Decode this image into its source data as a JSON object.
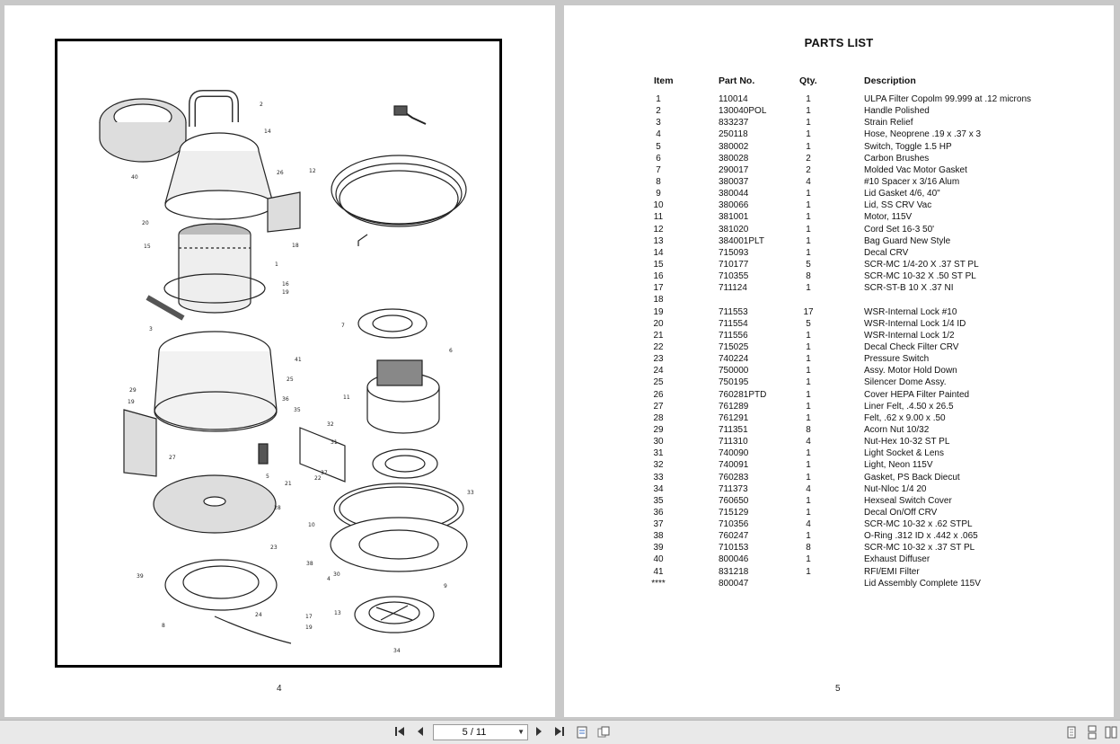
{
  "left_page": {
    "page_number": "4"
  },
  "right_page": {
    "page_number": "5",
    "title": "PARTS LIST",
    "headers": {
      "item": "Item",
      "part_no": "Part No.",
      "qty": "Qty.",
      "description": "Description"
    },
    "rows": [
      {
        "item": "1",
        "part": "110014",
        "qty": "1",
        "desc": "ULPA Filter Copolm 99.999 at .12 microns"
      },
      {
        "item": "2",
        "part": "130040POL",
        "qty": "1",
        "desc": "Handle Polished"
      },
      {
        "item": "3",
        "part": "833237",
        "qty": "1",
        "desc": "Strain Relief"
      },
      {
        "item": "4",
        "part": "250118",
        "qty": "1",
        "desc": "Hose, Neoprene .19 x .37 x 3"
      },
      {
        "item": "5",
        "part": "380002",
        "qty": "1",
        "desc": "Switch, Toggle 1.5 HP"
      },
      {
        "item": "6",
        "part": "380028",
        "qty": "2",
        "desc": "Carbon Brushes"
      },
      {
        "item": "7",
        "part": "290017",
        "qty": "2",
        "desc": "Molded Vac Motor Gasket"
      },
      {
        "item": "8",
        "part": "380037",
        "qty": "4",
        "desc": "#10 Spacer x 3/16 Alum"
      },
      {
        "item": "9",
        "part": "380044",
        "qty": "1",
        "desc": "Lid Gasket 4/6, 40\""
      },
      {
        "item": "10",
        "part": "380066",
        "qty": "1",
        "desc": "Lid, SS CRV Vac"
      },
      {
        "item": "11",
        "part": "381001",
        "qty": "1",
        "desc": "Motor, 115V"
      },
      {
        "item": "12",
        "part": "381020",
        "qty": "1",
        "desc": "Cord Set 16-3 50'"
      },
      {
        "item": "13",
        "part": "384001PLT",
        "qty": "1",
        "desc": "Bag Guard New Style"
      },
      {
        "item": "14",
        "part": "715093",
        "qty": "1",
        "desc": "Decal CRV"
      },
      {
        "item": "15",
        "part": "710177",
        "qty": "5",
        "desc": "SCR-MC 1/4-20 X .37 ST PL"
      },
      {
        "item": "16",
        "part": "710355",
        "qty": "8",
        "desc": "SCR-MC 10-32 X .50 ST PL"
      },
      {
        "item": "17",
        "part": "711124",
        "qty": "1",
        "desc": "SCR-ST-B 10 X .37 NI"
      },
      {
        "item": "18",
        "part": "",
        "qty": "",
        "desc": ""
      },
      {
        "item": "19",
        "part": "711553",
        "qty": "17",
        "desc": "WSR-Internal Lock #10"
      },
      {
        "item": "20",
        "part": "711554",
        "qty": "5",
        "desc": "WSR-Internal Lock 1/4 ID"
      },
      {
        "item": "21",
        "part": "711556",
        "qty": "1",
        "desc": "WSR-Internal Lock 1/2"
      },
      {
        "item": "22",
        "part": "715025",
        "qty": "1",
        "desc": "Decal Check Filter CRV"
      },
      {
        "item": "23",
        "part": "740224",
        "qty": "1",
        "desc": "Pressure Switch"
      },
      {
        "item": "24",
        "part": "750000",
        "qty": "1",
        "desc": "Assy. Motor Hold Down"
      },
      {
        "item": "25",
        "part": "750195",
        "qty": "1",
        "desc": "Silencer Dome Assy."
      },
      {
        "item": "26",
        "part": "760281PTD",
        "qty": "1",
        "desc": "Cover HEPA Filter Painted"
      },
      {
        "item": "27",
        "part": "761289",
        "qty": "1",
        "desc": "Liner Felt, .4.50 x 26.5"
      },
      {
        "item": "28",
        "part": "761291",
        "qty": "1",
        "desc": "Felt, .62 x 9.00 x .50"
      },
      {
        "item": "29",
        "part": "711351",
        "qty": "8",
        "desc": "Acorn Nut 10/32"
      },
      {
        "item": "30",
        "part": "711310",
        "qty": "4",
        "desc": "Nut-Hex 10-32 ST PL"
      },
      {
        "item": "31",
        "part": "740090",
        "qty": "1",
        "desc": "Light Socket & Lens"
      },
      {
        "item": "32",
        "part": "740091",
        "qty": "1",
        "desc": "Light, Neon 115V"
      },
      {
        "item": "33",
        "part": "760283",
        "qty": "1",
        "desc": "Gasket, PS Back Diecut"
      },
      {
        "item": "34",
        "part": "711373",
        "qty": "4",
        "desc": "Nut-Nloc 1/4 20"
      },
      {
        "item": "35",
        "part": "760650",
        "qty": "1",
        "desc": "Hexseal Switch Cover"
      },
      {
        "item": "36",
        "part": "715129",
        "qty": "1",
        "desc": "Decal On/Off CRV"
      },
      {
        "item": "37",
        "part": "710356",
        "qty": "4",
        "desc": "SCR-MC 10-32 x .62 STPL"
      },
      {
        "item": "38",
        "part": "760247",
        "qty": "1",
        "desc": "O-Ring .312 ID x .442 x .065"
      },
      {
        "item": "39",
        "part": "710153",
        "qty": "8",
        "desc": "SCR-MC 10-32 x .37 ST PL"
      },
      {
        "item": "40",
        "part": "800046",
        "qty": "1",
        "desc": "Exhaust Diffuser"
      },
      {
        "item": "41",
        "part": "831218",
        "qty": "1",
        "desc": "RFI/EMI Filter"
      },
      {
        "item": "****",
        "part": "800047",
        "qty": "",
        "desc": "Lid Assembly Complete 115V"
      }
    ]
  },
  "diagram_labels": [
    "2",
    "14",
    "40",
    "26",
    "12",
    "20",
    "15",
    "18",
    "1",
    "16",
    "19",
    "3",
    "7",
    "41",
    "6",
    "25",
    "29",
    "36",
    "11",
    "35",
    "32",
    "31",
    "27",
    "5",
    "21",
    "22",
    "37",
    "28",
    "33",
    "10",
    "23",
    "38",
    "30",
    "9",
    "39",
    "24",
    "17",
    "13",
    "34",
    "8",
    "4"
  ],
  "toolbar": {
    "page_indicator": "5 / 11",
    "icons": [
      "first-page-icon",
      "prev-page-icon",
      "next-page-icon",
      "last-page-icon",
      "fit-page-icon",
      "fit-width-icon",
      "single-page-view-icon",
      "continuous-view-icon",
      "two-page-view-icon"
    ]
  }
}
